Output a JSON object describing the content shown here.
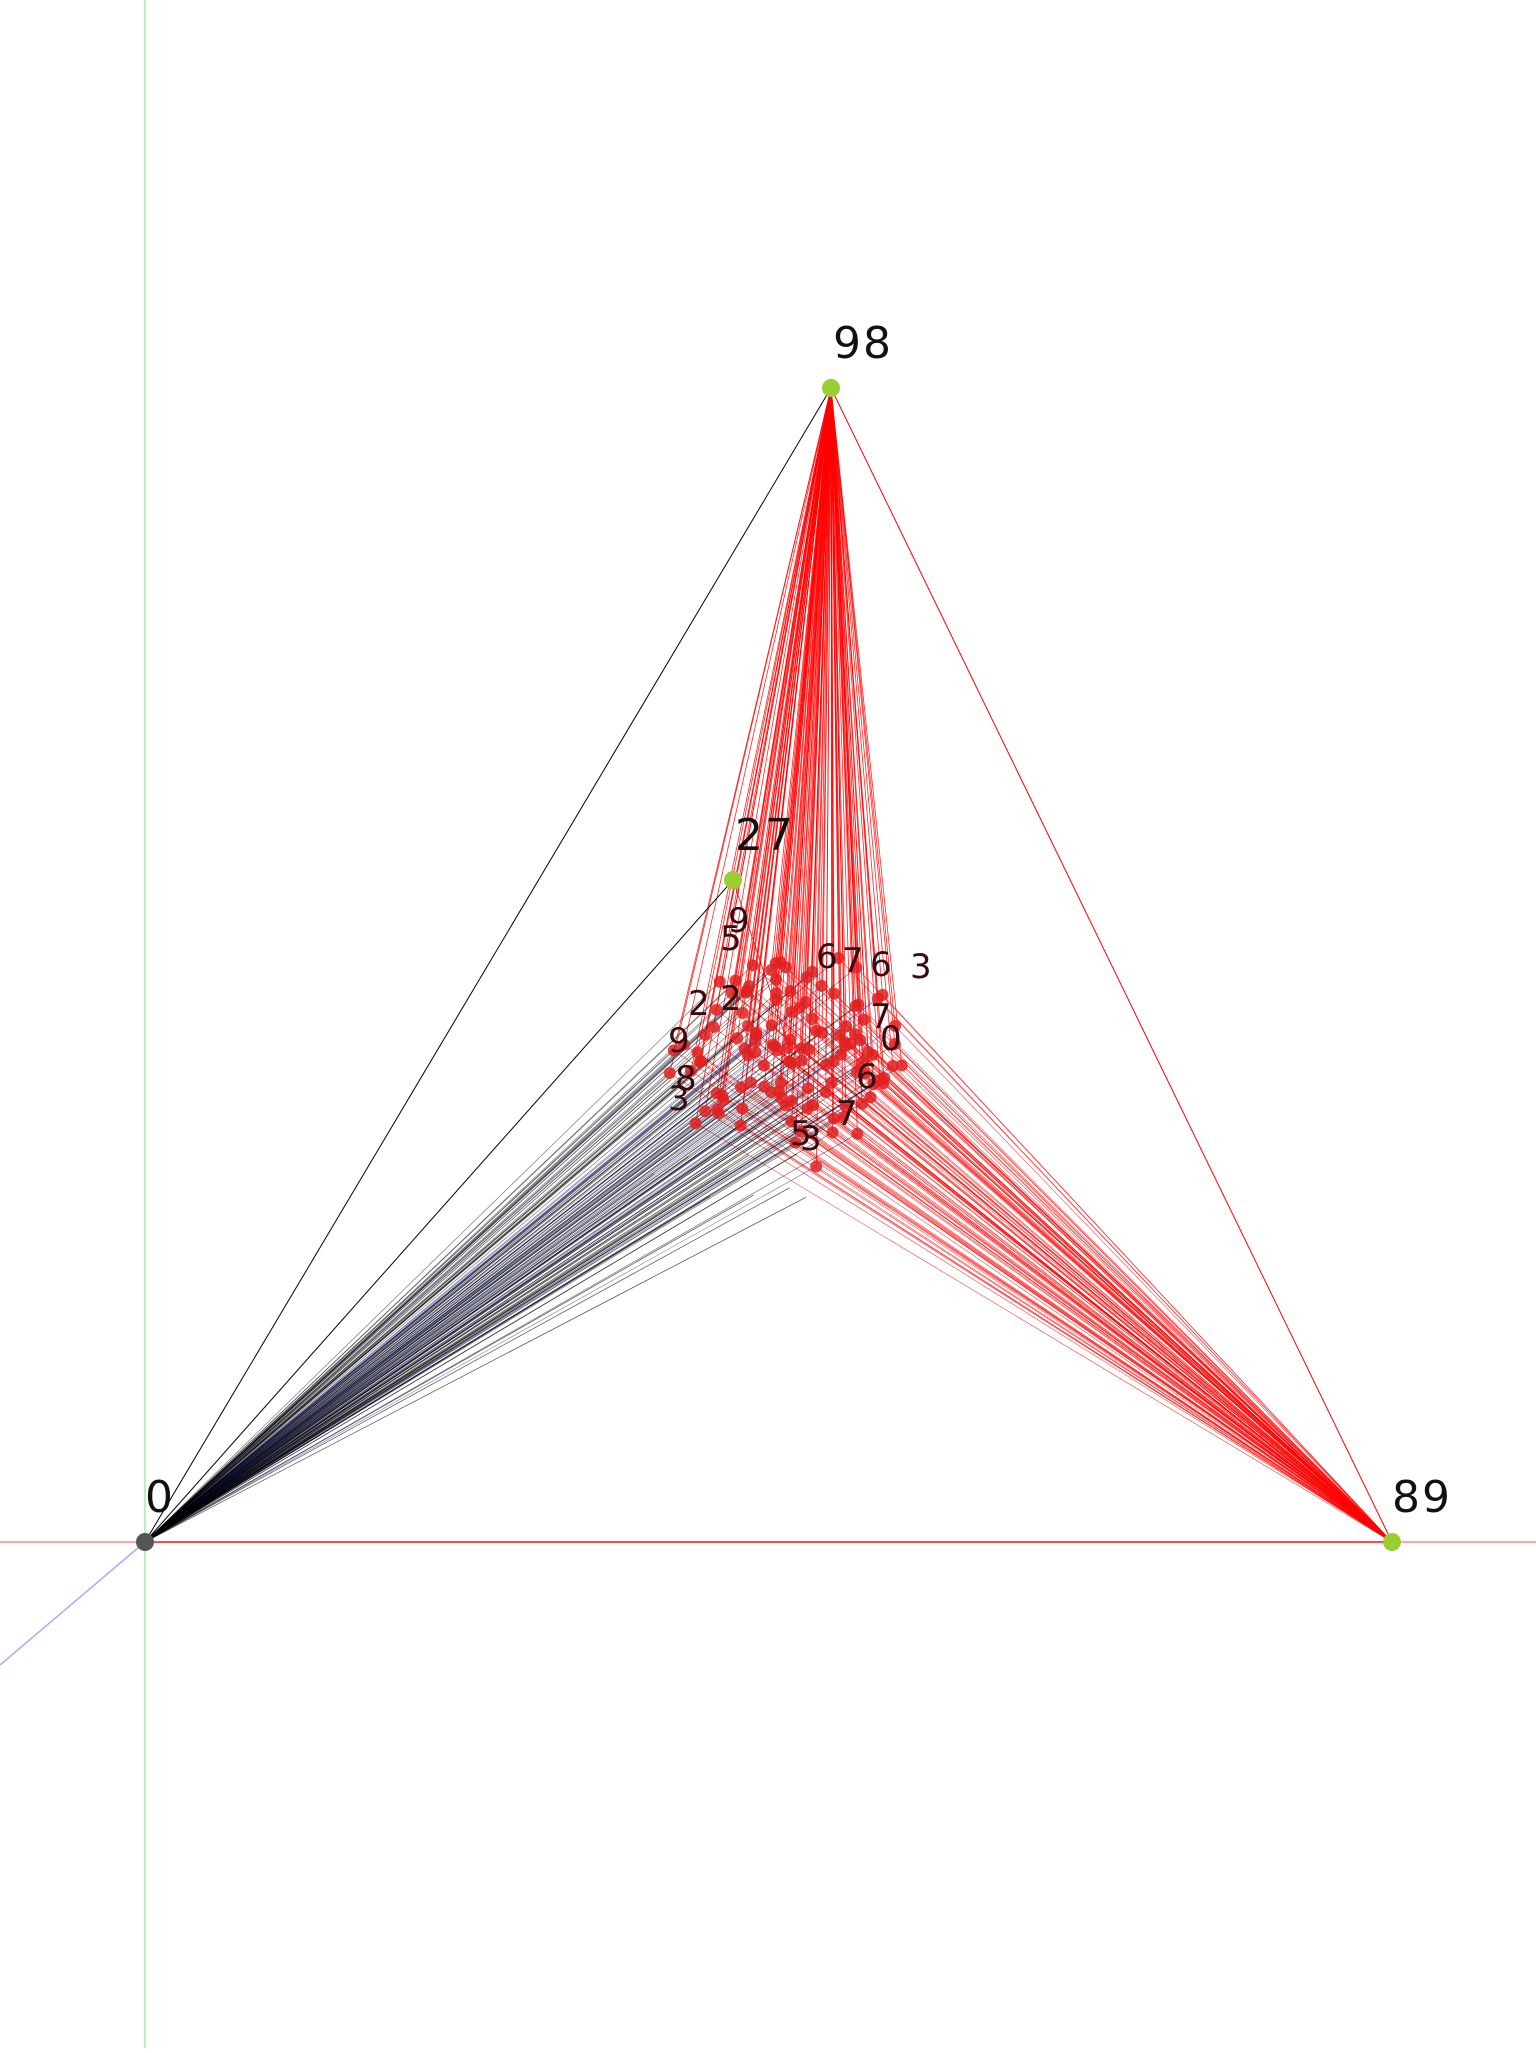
{
  "colors": {
    "background": "#ffffff",
    "axis_x": "#ff8c8c",
    "axis_y": "#9ef0a6",
    "axis_z": "#a9a9ff",
    "edge_red": "#ff0000",
    "edge_black": "#000000",
    "edge_blue": "#2020c0",
    "node_origin": "#555555",
    "node_anchor": "#9acd32",
    "node_cluster": "#e02020"
  },
  "anchors": [
    {
      "id": "origin",
      "label": "0",
      "kind": "origin"
    },
    {
      "id": "top",
      "label": "98",
      "kind": "anchor"
    },
    {
      "id": "inner",
      "label": "27",
      "kind": "anchor"
    },
    {
      "id": "right",
      "label": "89",
      "kind": "anchor"
    }
  ],
  "cluster_labels": [
    "9",
    "5",
    "6",
    "7",
    "6",
    "3",
    "2",
    "2",
    "7",
    "9",
    "8",
    "3",
    "0",
    "6",
    "7",
    "5",
    "3"
  ]
}
